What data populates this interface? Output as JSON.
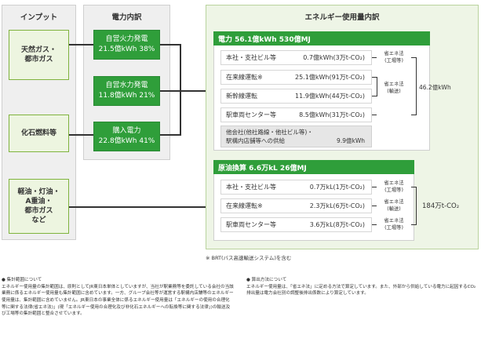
{
  "headers": {
    "input": "インプット",
    "power": "電力内訳",
    "usage": "エネルギー使用量内訳"
  },
  "inputs": [
    {
      "label": "天然ガス・\n都市ガス"
    },
    {
      "label": "化石燃料等"
    },
    {
      "label": "軽油・灯油・\nA重油・\n都市ガス\nなど"
    }
  ],
  "power_sources": [
    {
      "name": "自営火力発電",
      "value": "21.5億kWh 38%"
    },
    {
      "name": "自営水力発電",
      "value": "11.8億kWh 21%"
    },
    {
      "name": "購入電力",
      "value": "22.8億kWh 41%"
    }
  ],
  "electricity": {
    "title": "電力 56.1億kWh 530億MJ",
    "rows": [
      {
        "label": "本社・支社ビル等",
        "value": "0.7億kWh(3万t-CO₂)"
      },
      {
        "label": "在来線運転※",
        "value": "25.1億kWh(91万t-CO₂)"
      },
      {
        "label": "新幹線運転",
        "value": "11.9億kWh(44万t-CO₂)"
      },
      {
        "label": "駅車両センター等",
        "value": "8.5億kWh(31万t-CO₂)"
      }
    ],
    "other": {
      "label": "他会社(他社路線・他社ビル等)・\n駅構内店舗等への供給",
      "value": "9.9億kWh"
    },
    "law_factory": "省エネ法\n(工場等)",
    "law_transport": "省エネ法\n(輸送)",
    "total": "46.2億kWh"
  },
  "oil": {
    "title": "原油換算 6.6万kL 26億MJ",
    "rows": [
      {
        "label": "本社・支社ビル等",
        "value": "0.7万kL(1万t-CO₂)"
      },
      {
        "label": "在来線運転※",
        "value": "2.3万kL(6万t-CO₂)"
      },
      {
        "label": "駅車両センター等",
        "value": "3.6万kL(8万t-CO₂)"
      }
    ],
    "law_factory": "省エネ法\n(工場等)",
    "law_transport": "省エネ法\n(輸送)",
    "law_factory2": "省エネ法\n(工場等)",
    "total": "184万t-CO₂"
  },
  "footnote": "※ BRT(バス高速輸送システム)を含む",
  "notes": {
    "left_title": "● 集計範囲について",
    "left_body": "エネルギー使用量の集計範囲は、原則としてJR東日本単体としていますが、当社が駅業務等を委託している会社の当該業務に係るエネルギー使用量も集計範囲に含めています。一方、グループ会社等が運営する駅構内店舗等のエネルギー使用量は、集計範囲に含めていません。JR東日本の事業全体に係るエネルギー使用量は「エネルギーの使用の合理化等に関する法律(省エネ法)」(現「エネルギー使用の合理化及び非化石エネルギーへの転換等に関する法律」)の輸送及び工場等の集計範囲と整合させています。",
    "right_title": "● 算出方法について",
    "right_body": "エネルギー使用量は、「省エネ法」に定める方法で算定しています。また、外部から供給している電力に起因するCO₂排出量は電力会社別の調整後排出係数により算定しています。"
  }
}
